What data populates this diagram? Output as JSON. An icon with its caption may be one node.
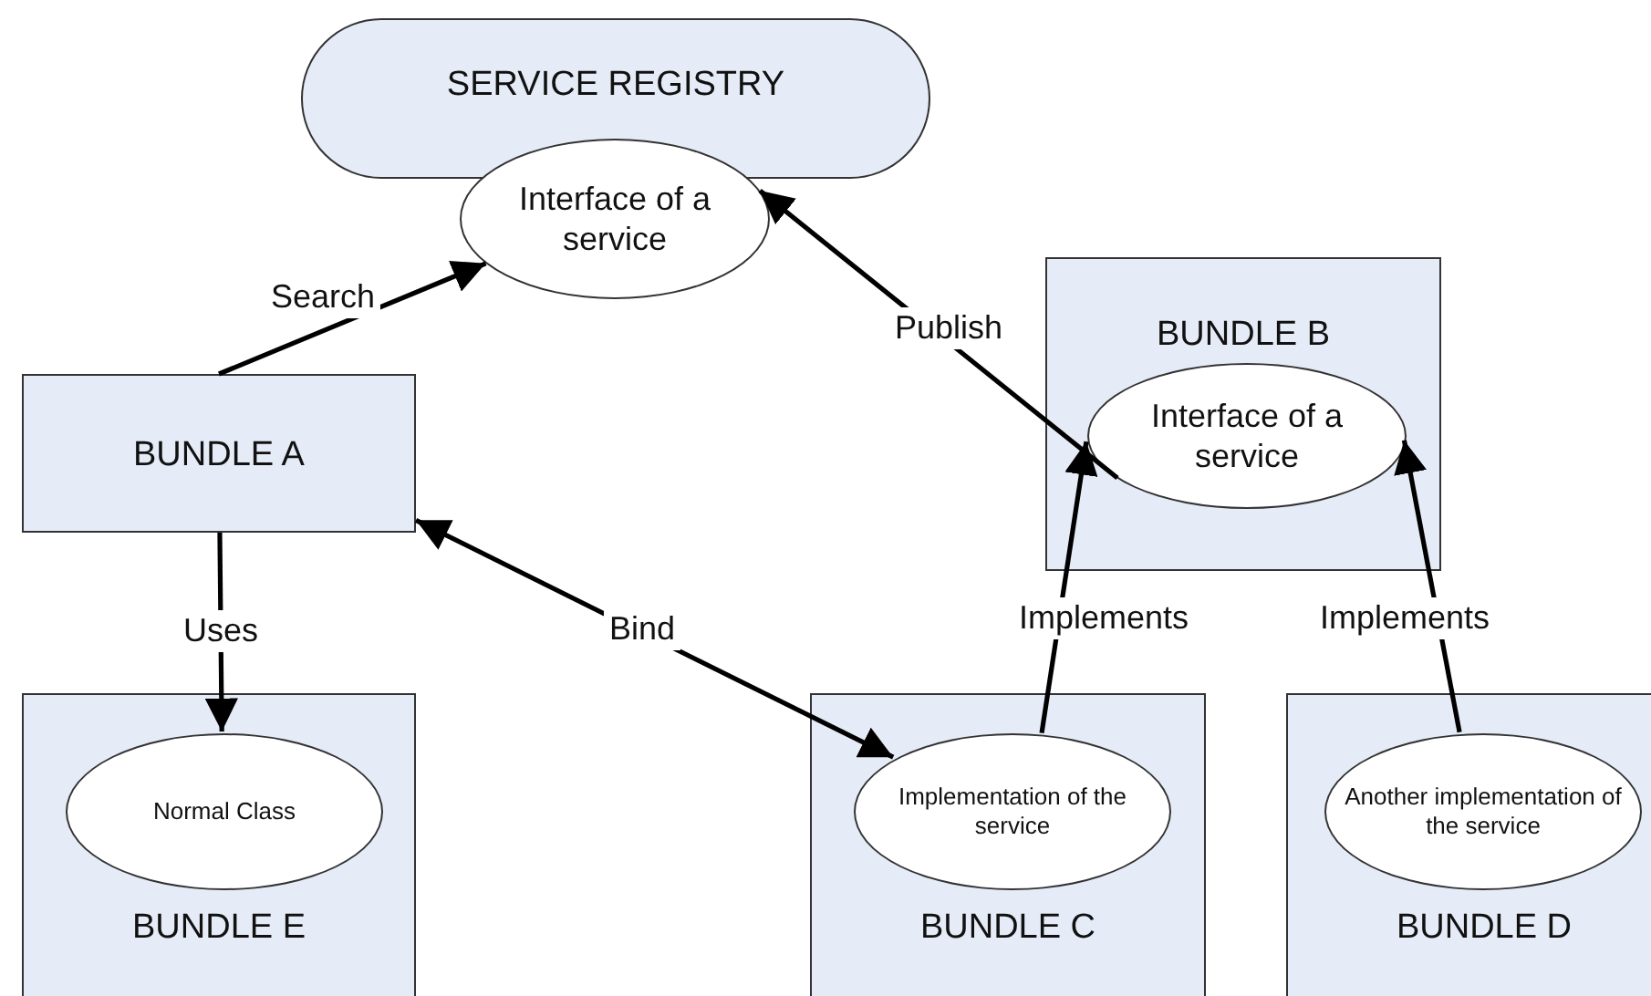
{
  "diagram": {
    "nodes": [
      {
        "text": [
          "SERVICE REGISTRY"
        ]
      },
      {
        "text": [
          "Interface of a service"
        ]
      },
      {
        "text": [
          "BUNDLE A"
        ]
      },
      {
        "text": [
          "BUNDLE B"
        ]
      },
      {
        "text": [
          "Interface of a service"
        ],
        "in": 3
      },
      {
        "text": [
          "BUNDLE E"
        ]
      },
      {
        "text": [
          "Normal Class"
        ],
        "in": 5
      },
      {
        "text": [
          "BUNDLE C"
        ]
      },
      {
        "text": [
          "Implementation of the service"
        ],
        "in": 7
      },
      {
        "text": [
          "BUNDLE D"
        ]
      },
      {
        "text": [
          "Another implementation of the service"
        ],
        "in": 9
      }
    ],
    "edges": [
      {
        "from": 2,
        "to": 1,
        "arrow": "to",
        "label": "Search"
      },
      {
        "from": 4,
        "to": 1,
        "arrow": "to",
        "label": "Publish"
      },
      {
        "from": 2,
        "to": 8,
        "arrow": "both",
        "label": "Bind"
      },
      {
        "from": 2,
        "to": 6,
        "arrow": "to",
        "label": "Uses"
      },
      {
        "from": 8,
        "to": 4,
        "arrow": "to",
        "label": "Implements"
      },
      {
        "from": 10,
        "to": 4,
        "arrow": "to",
        "label": "Implements"
      }
    ]
  }
}
